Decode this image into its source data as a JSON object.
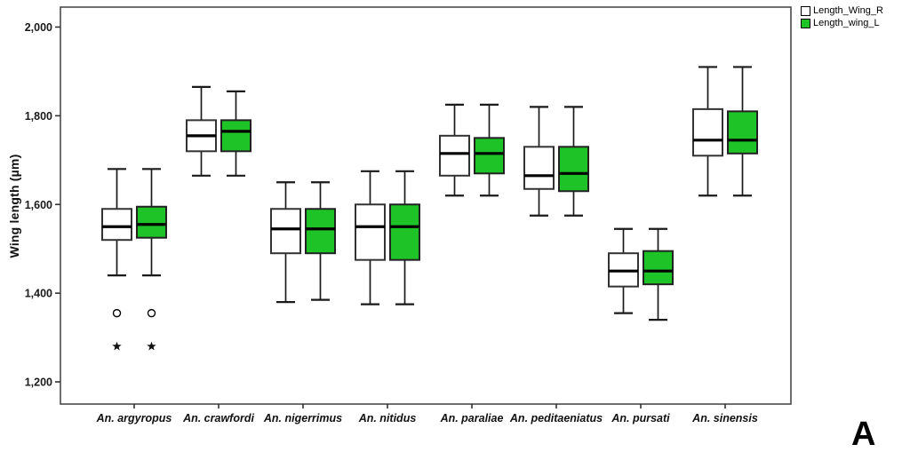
{
  "figure": {
    "panel_label": "A"
  },
  "chart_data": {
    "type": "boxplot",
    "title": "",
    "xlabel": "",
    "ylabel": "Wing length (µm)",
    "ylim": [
      1150,
      2045
    ],
    "grid": false,
    "legend_position": "top-right-outside",
    "yticks": [
      {
        "value": 2000,
        "label": "2,000"
      },
      {
        "value": 1800,
        "label": "1,800"
      },
      {
        "value": 1600,
        "label": "1,600"
      },
      {
        "value": 1400,
        "label": "1,400"
      },
      {
        "value": 1200,
        "label": "1,200"
      }
    ],
    "categories": [
      "An. argyropus",
      "An. crawfordi",
      "An. nigerrimus",
      "An. nitidus",
      "An. paraliae",
      "An. peditaeniatus",
      "An. pursati",
      "An. sinensis"
    ],
    "series": [
      {
        "name": "Length_Wing_R",
        "color": "#ffffff",
        "border": "#333333",
        "boxes": [
          {
            "low": 1440,
            "q1": 1520,
            "median": 1550,
            "q3": 1590,
            "high": 1680,
            "outliers": [
              {
                "type": "circle",
                "value": 1355
              },
              {
                "type": "star",
                "value": 1280
              }
            ]
          },
          {
            "low": 1665,
            "q1": 1720,
            "median": 1755,
            "q3": 1790,
            "high": 1865,
            "outliers": []
          },
          {
            "low": 1380,
            "q1": 1490,
            "median": 1545,
            "q3": 1590,
            "high": 1650,
            "outliers": []
          },
          {
            "low": 1375,
            "q1": 1475,
            "median": 1550,
            "q3": 1600,
            "high": 1675,
            "outliers": []
          },
          {
            "low": 1620,
            "q1": 1665,
            "median": 1715,
            "q3": 1755,
            "high": 1825,
            "outliers": []
          },
          {
            "low": 1575,
            "q1": 1635,
            "median": 1665,
            "q3": 1730,
            "high": 1820,
            "outliers": []
          },
          {
            "low": 1355,
            "q1": 1415,
            "median": 1450,
            "q3": 1490,
            "high": 1545,
            "outliers": []
          },
          {
            "low": 1620,
            "q1": 1710,
            "median": 1745,
            "q3": 1815,
            "high": 1910,
            "outliers": []
          }
        ]
      },
      {
        "name": "Length_wing_L",
        "color": "#1ec328",
        "border": "#222222",
        "boxes": [
          {
            "low": 1440,
            "q1": 1525,
            "median": 1555,
            "q3": 1595,
            "high": 1680,
            "outliers": [
              {
                "type": "circle",
                "value": 1355
              },
              {
                "type": "star",
                "value": 1280
              }
            ]
          },
          {
            "low": 1665,
            "q1": 1720,
            "median": 1765,
            "q3": 1790,
            "high": 1855,
            "outliers": []
          },
          {
            "low": 1385,
            "q1": 1490,
            "median": 1545,
            "q3": 1590,
            "high": 1650,
            "outliers": []
          },
          {
            "low": 1375,
            "q1": 1475,
            "median": 1550,
            "q3": 1600,
            "high": 1675,
            "outliers": []
          },
          {
            "low": 1620,
            "q1": 1670,
            "median": 1715,
            "q3": 1750,
            "high": 1825,
            "outliers": []
          },
          {
            "low": 1575,
            "q1": 1630,
            "median": 1670,
            "q3": 1730,
            "high": 1820,
            "outliers": []
          },
          {
            "low": 1340,
            "q1": 1420,
            "median": 1450,
            "q3": 1495,
            "high": 1545,
            "outliers": []
          },
          {
            "low": 1620,
            "q1": 1715,
            "median": 1745,
            "q3": 1810,
            "high": 1910,
            "outliers": []
          }
        ]
      }
    ]
  }
}
